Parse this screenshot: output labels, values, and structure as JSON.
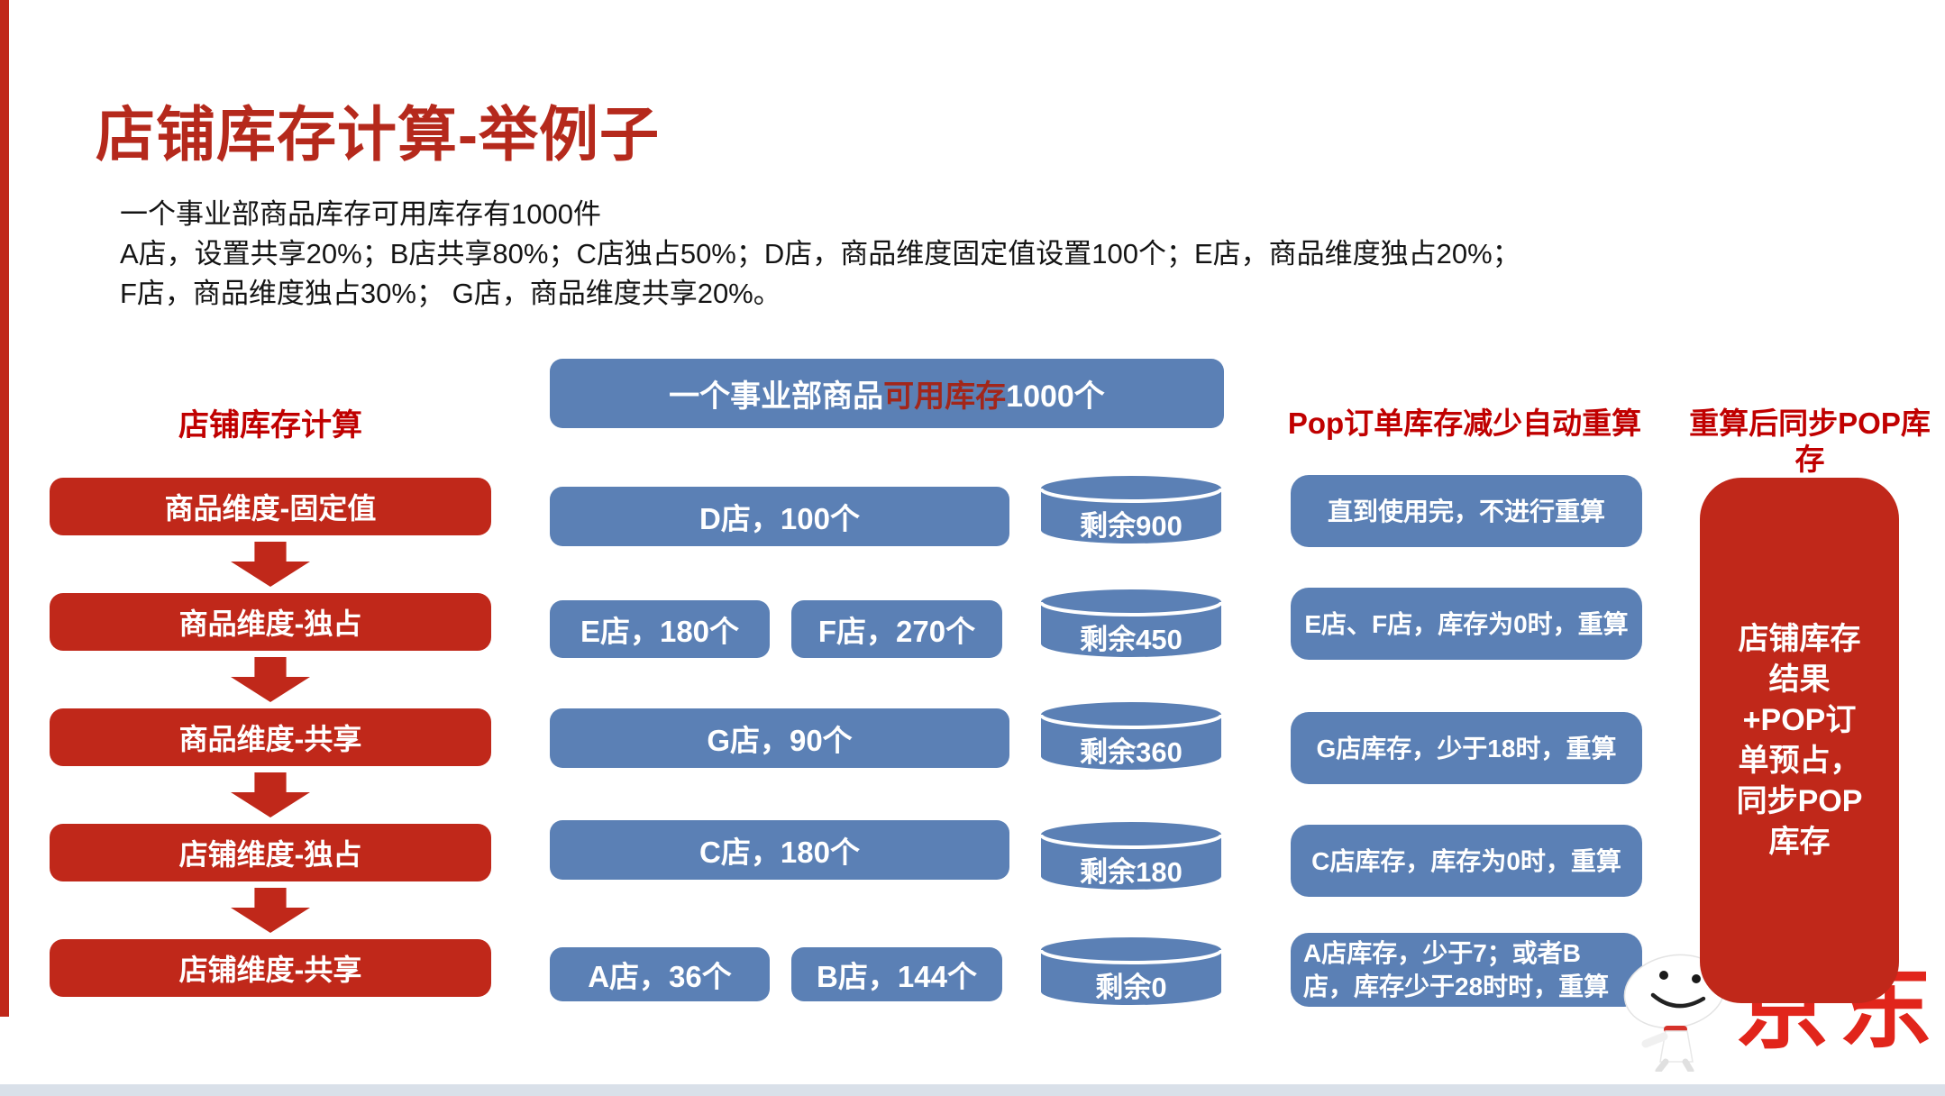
{
  "slide": {
    "title": "店铺库存计算-举例子",
    "description_lines": [
      "一个事业部商品库存可用库存有1000件",
      "A店，设置共享20%；B店共享80%；C店独占50%；D店，商品维度固定值设置100个；E店，商品维度独占20%；",
      "F店，商品维度独占30%； G店，商品维度共享20%。"
    ]
  },
  "headers": {
    "left": "店铺库存计算",
    "pop": "Pop订单库存减少自动重算",
    "sync": "重算后同步POP库存"
  },
  "top_box": {
    "prefix": "一个事业部商品",
    "highlight": "可用库存",
    "suffix": "1000个"
  },
  "dimension_steps": [
    "商品维度-固定值",
    "商品维度-独占",
    "商品维度-共享",
    "店铺维度-独占",
    "店铺维度-共享"
  ],
  "rows": [
    {
      "shops": [
        "D店，100个"
      ],
      "remaining": "剩余900",
      "rule": "直到使用完，不进行重算"
    },
    {
      "shops": [
        "E店，180个",
        "F店，270个"
      ],
      "remaining": "剩余450",
      "rule": "E店、F店，库存为0时，重算"
    },
    {
      "shops": [
        "G店，90个"
      ],
      "remaining": "剩余360",
      "rule": "G店库存，少于18时，重算"
    },
    {
      "shops": [
        "C店，180个"
      ],
      "remaining": "剩余180",
      "rule": "C店库存，库存为0时，重算"
    },
    {
      "shops": [
        "A店，36个",
        "B店，144个"
      ],
      "remaining": "剩余0",
      "rule": "A店库存，少于7；或者B店，库存少于28时时，重算"
    }
  ],
  "result_box_lines": [
    "店铺库存",
    "结果",
    "+POP订",
    "单预占，",
    "同步POP",
    "库存"
  ],
  "logo": {
    "text": "京东"
  },
  "colors": {
    "accent_red": "#C0281A",
    "title_red": "#B5291C",
    "header_red": "#C00000",
    "box_blue": "#5B80B5",
    "highlight_red": "#A2261A",
    "jd_red": "#E1251B",
    "footer_strip": "#D9E0E9"
  }
}
